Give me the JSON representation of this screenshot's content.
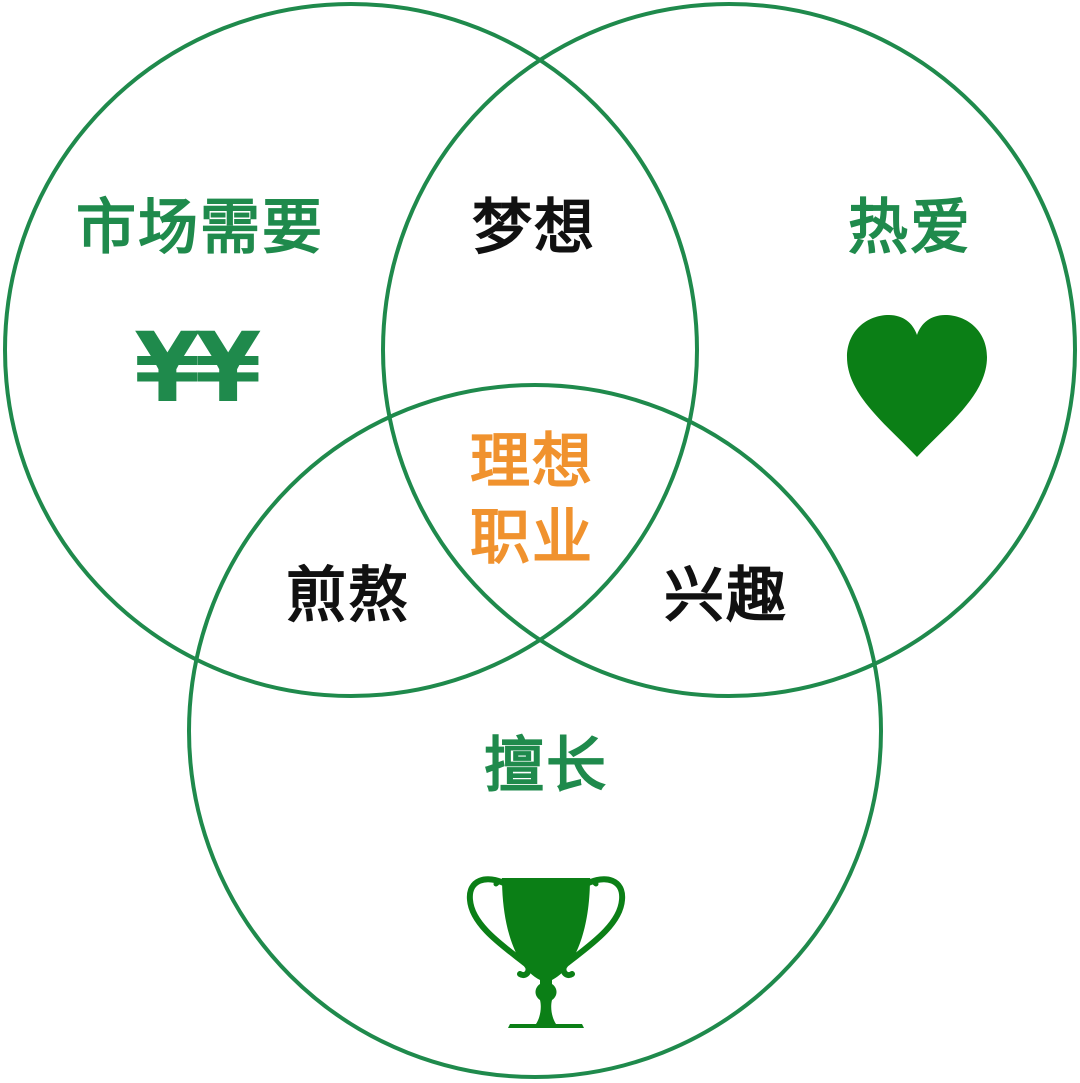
{
  "diagram": {
    "type": "venn",
    "sets": [
      {
        "id": "market_need",
        "label": "市场需要",
        "icon": "yen-icon",
        "icon_text": "¥¥",
        "color": "#1f8a4c"
      },
      {
        "id": "passion",
        "label": "热爱",
        "icon": "heart-icon",
        "color": "#1f8a4c"
      },
      {
        "id": "skill",
        "label": "擅长",
        "icon": "trophy-icon",
        "color": "#1f8a4c"
      }
    ],
    "intersections": {
      "market_need_passion": "梦想",
      "market_need_skill": "煎熬",
      "passion_skill": "兴趣",
      "all": "理想职业"
    },
    "center_lines": [
      "理想",
      "职业"
    ],
    "colors": {
      "circle_stroke": "#1f8a4c",
      "set_label": "#1f8a4c",
      "intersection_label": "#111111",
      "center_label": "#f0922e",
      "icon_fill": "#0b7f16"
    }
  }
}
